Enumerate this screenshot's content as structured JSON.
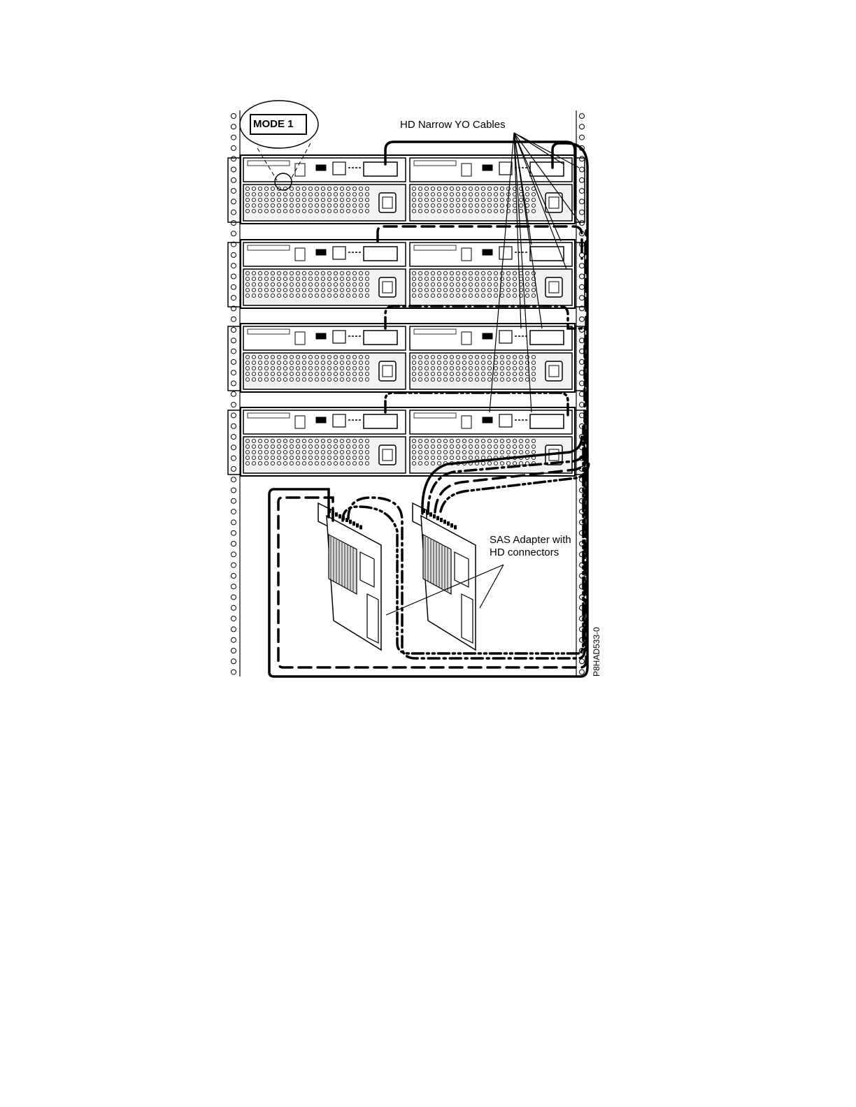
{
  "figure": {
    "mode_label": "MODE 1",
    "cable_label": "HD Narrow YO Cables",
    "adapter_label": "SAS Adapter with\nHD connectors",
    "figure_id": "P8HAD533-0",
    "enclosure_count": 4,
    "adapter_count": 2,
    "cable_styles": [
      "solid",
      "dashed",
      "dash-dot",
      "dash-dot-dot"
    ],
    "colors": {
      "line": "#000000",
      "background": "#ffffff",
      "panel_fill": "#f2f2f2"
    }
  }
}
